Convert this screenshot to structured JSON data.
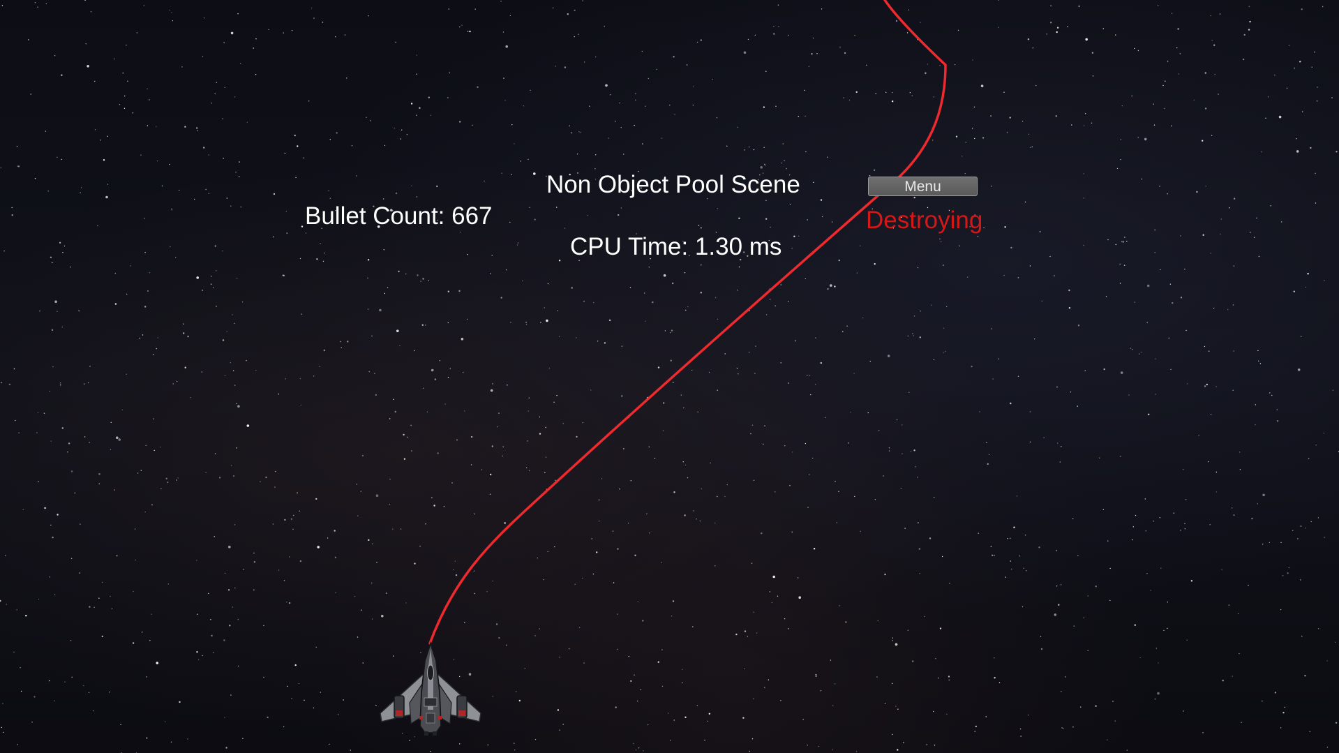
{
  "hud": {
    "scene_title": "Non Object Pool Scene",
    "bullet_count_label": "Bullet Count: 667",
    "cpu_time_label": "CPU Time: 1.30 ms",
    "status_label": "Destroying",
    "menu_label": "Menu"
  },
  "colors": {
    "trail": "#ee2a2e",
    "status_text": "#d41818",
    "hud_text": "#ffffff",
    "menu_button": "#666666"
  },
  "icons": {
    "player": "spaceship-icon"
  }
}
